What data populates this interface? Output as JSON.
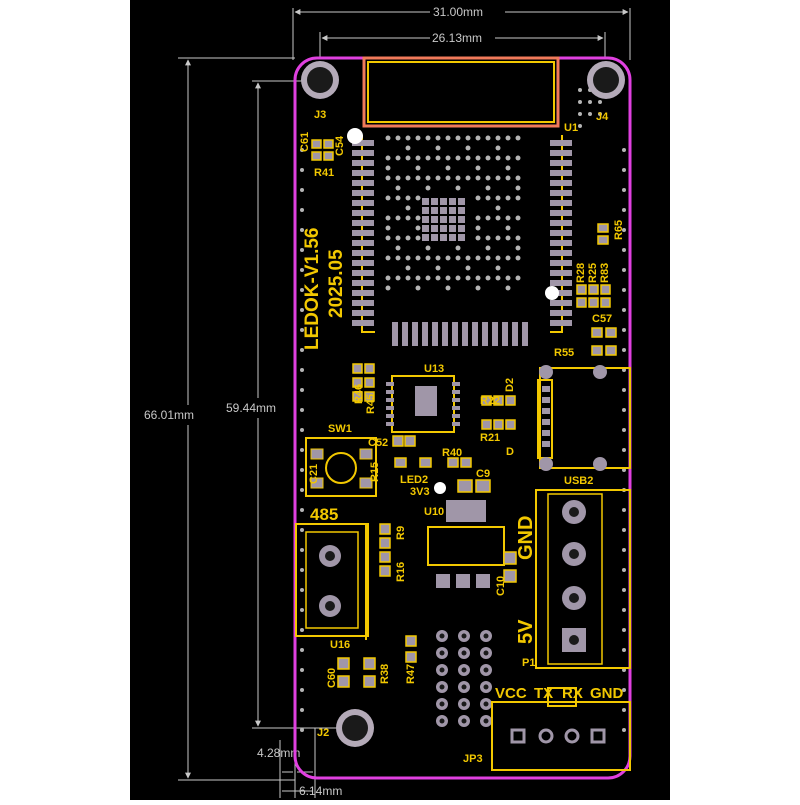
{
  "dimensions": {
    "board_width": "31.00mm",
    "module_width": "26.13mm",
    "board_height": "66.01mm",
    "hole_spacing": "59.44mm",
    "hole_offset_x": "4.28mm",
    "hole_offset_y": "6.14mm"
  },
  "silkscreen": {
    "board_name": "LEDOK-V1.56",
    "board_date": "2025.05",
    "j3": "J3",
    "j4": "J4",
    "j2": "J2",
    "u1": "U1",
    "u13": "U13",
    "u10": "U10",
    "u16": "U16",
    "usb2": "USB2",
    "p1": "P1",
    "jp3": "JP3",
    "sw1": "SW1",
    "led2": "LED2",
    "v3v3": "3V3",
    "label_485": "485",
    "label_gnd": "GND",
    "label_5v": "5V",
    "label_vcc": "VCC",
    "label_tx": "TX",
    "label_rx": "RX",
    "label_gnd2": "GND",
    "c61": "C61",
    "c54": "C54",
    "r41": "R41",
    "r65": "R65",
    "r28": "R28",
    "r25": "R25",
    "r83": "R83",
    "c57": "C57",
    "r55": "R55",
    "r46": "R46",
    "r45": "R45",
    "r22": "R22",
    "d2": "D2",
    "r21": "R21",
    "d": "D",
    "c52": "C52",
    "r40": "R40",
    "c21": "C21",
    "r15": "R15",
    "c9": "C9",
    "r9": "R9",
    "r16": "R16",
    "c10": "C10",
    "r47": "R47",
    "c60": "C60",
    "r38": "R38"
  },
  "colors": {
    "background": "#000000",
    "board_outline": "#e040e0",
    "silkscreen": "#f2c800",
    "dimension": "#c8c8c8",
    "pad": "#a096a8",
    "via": "#b4b4b4",
    "module_outline": "#f07a5a"
  }
}
